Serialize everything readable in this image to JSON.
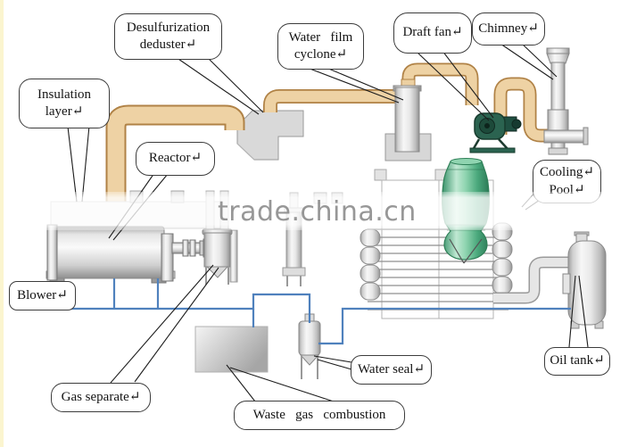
{
  "watermark": "trade.china.cn",
  "colors": {
    "gas_pipe": "#ecd0a2",
    "gas_pipe_edge": "#b08246",
    "water_pipe": "#4f81bd",
    "equipment_gray": "#d9d9d9",
    "cooling_tower_green": "#5cb085",
    "draft_fan_green": "#2b6350",
    "callout_border": "#3c3c3c"
  },
  "callouts": {
    "desulfurization_deduster": {
      "lines": [
        "Desulfurization",
        "deduster↵"
      ]
    },
    "water_film_cyclone": {
      "lines": [
        "Water   film",
        "cyclone↵"
      ]
    },
    "draft_fan": {
      "lines": [
        "Draft fan↵"
      ]
    },
    "chimney": {
      "lines": [
        "Chimney↵"
      ]
    },
    "insulation_layer": {
      "lines": [
        "Insulation",
        "layer↵"
      ]
    },
    "reactor": {
      "lines": [
        "Reactor↵"
      ]
    },
    "cooling_pool": {
      "lines": [
        "Cooling↵",
        "Pool↵"
      ]
    },
    "blower": {
      "lines": [
        "Blower↵"
      ]
    },
    "gas_separate": {
      "lines": [
        "Gas separate↵"
      ]
    },
    "water_seal": {
      "lines": [
        "Water seal↵"
      ]
    },
    "waste_gas_combustion": {
      "lines": [
        "Waste   gas   combustion"
      ]
    },
    "oil_tank": {
      "lines": [
        "Oil tank↵"
      ]
    }
  }
}
